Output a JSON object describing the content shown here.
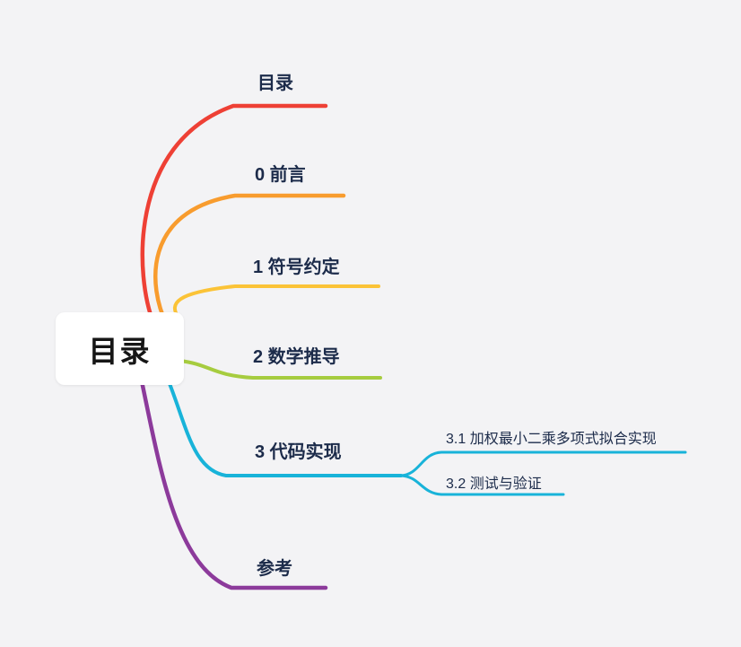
{
  "app": {
    "type": "mindmap",
    "background_color": "#f3f3f5",
    "topic_text_color": "#1c2b4a"
  },
  "root": {
    "label": "目录",
    "fill_color": "#ffffff",
    "text_color": "#161616"
  },
  "branches": [
    {
      "label": "目录",
      "color": "#ee4035"
    },
    {
      "label": "0 前言",
      "color": "#f89c2e"
    },
    {
      "label": "1 符号约定",
      "color": "#fbc337"
    },
    {
      "label": "2 数学推导",
      "color": "#a6cc3f"
    },
    {
      "label": "3 代码实现",
      "color": "#18b3d9",
      "children": [
        {
          "label": "3.1 加权最小二乘多项式拟合实现"
        },
        {
          "label": "3.2 测试与验证"
        }
      ]
    },
    {
      "label": "参考",
      "color": "#8c3a9b"
    }
  ]
}
